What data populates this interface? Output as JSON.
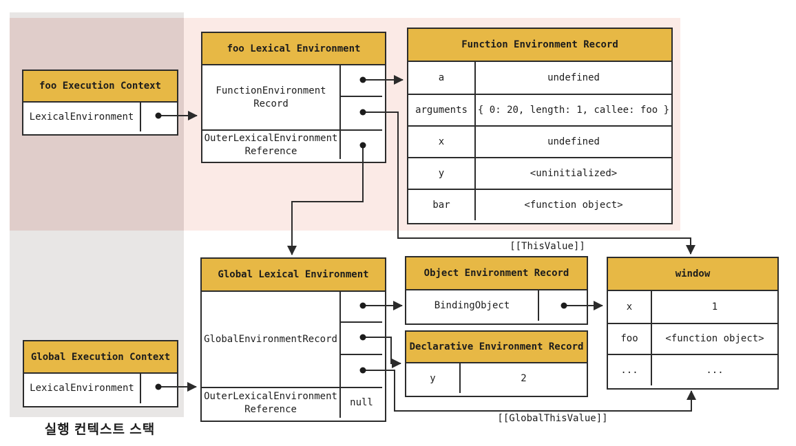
{
  "colors": {
    "header_yellow": "#e7b845",
    "pink_region": "#fbeae6",
    "stack_overlap": "#e0cdca",
    "stack_gray": "#e8e6e5",
    "line": "#2b2b2b"
  },
  "foo_ec": {
    "title": "foo Execution Context",
    "row_label": "LexicalEnvironment"
  },
  "global_ec": {
    "title": "Global Execution Context",
    "row_label": "LexicalEnvironment"
  },
  "foo_le": {
    "title": "foo Lexical Environment",
    "record_line1": "FunctionEnvironment",
    "record_line2": "Record",
    "outer_line1": "OuterLexicalEnvironment",
    "outer_line2": "Reference"
  },
  "gle": {
    "title": "Global Lexical Environment",
    "record_label": "GlobalEnvironmentRecord",
    "outer_line1": "OuterLexicalEnvironment",
    "outer_line2": "Reference",
    "outer_value": "null"
  },
  "fer": {
    "title": "Function Environment Record",
    "rows": [
      {
        "key": "a",
        "value": "undefined"
      },
      {
        "key": "arguments",
        "value": "{ 0: 20, length: 1, callee: foo }"
      },
      {
        "key": "x",
        "value": "undefined"
      },
      {
        "key": "y",
        "value": "<uninitialized>"
      },
      {
        "key": "bar",
        "value": "<function object>"
      }
    ]
  },
  "oer": {
    "title": "Object Environment Record",
    "binding_label": "BindingObject"
  },
  "der": {
    "title": "Declarative Environment Record",
    "rows": [
      {
        "key": "y",
        "value": "2"
      }
    ]
  },
  "win": {
    "title": "window",
    "rows": [
      {
        "key": "x",
        "value": "1"
      },
      {
        "key": "foo",
        "value": "<function object>"
      },
      {
        "key": "...",
        "value": "..."
      }
    ]
  },
  "annotations": {
    "this_value": "[[ThisValue]]",
    "global_this_value": "[[GlobalThisValue]]",
    "stack_label": "실행 컨텍스트 스택"
  }
}
